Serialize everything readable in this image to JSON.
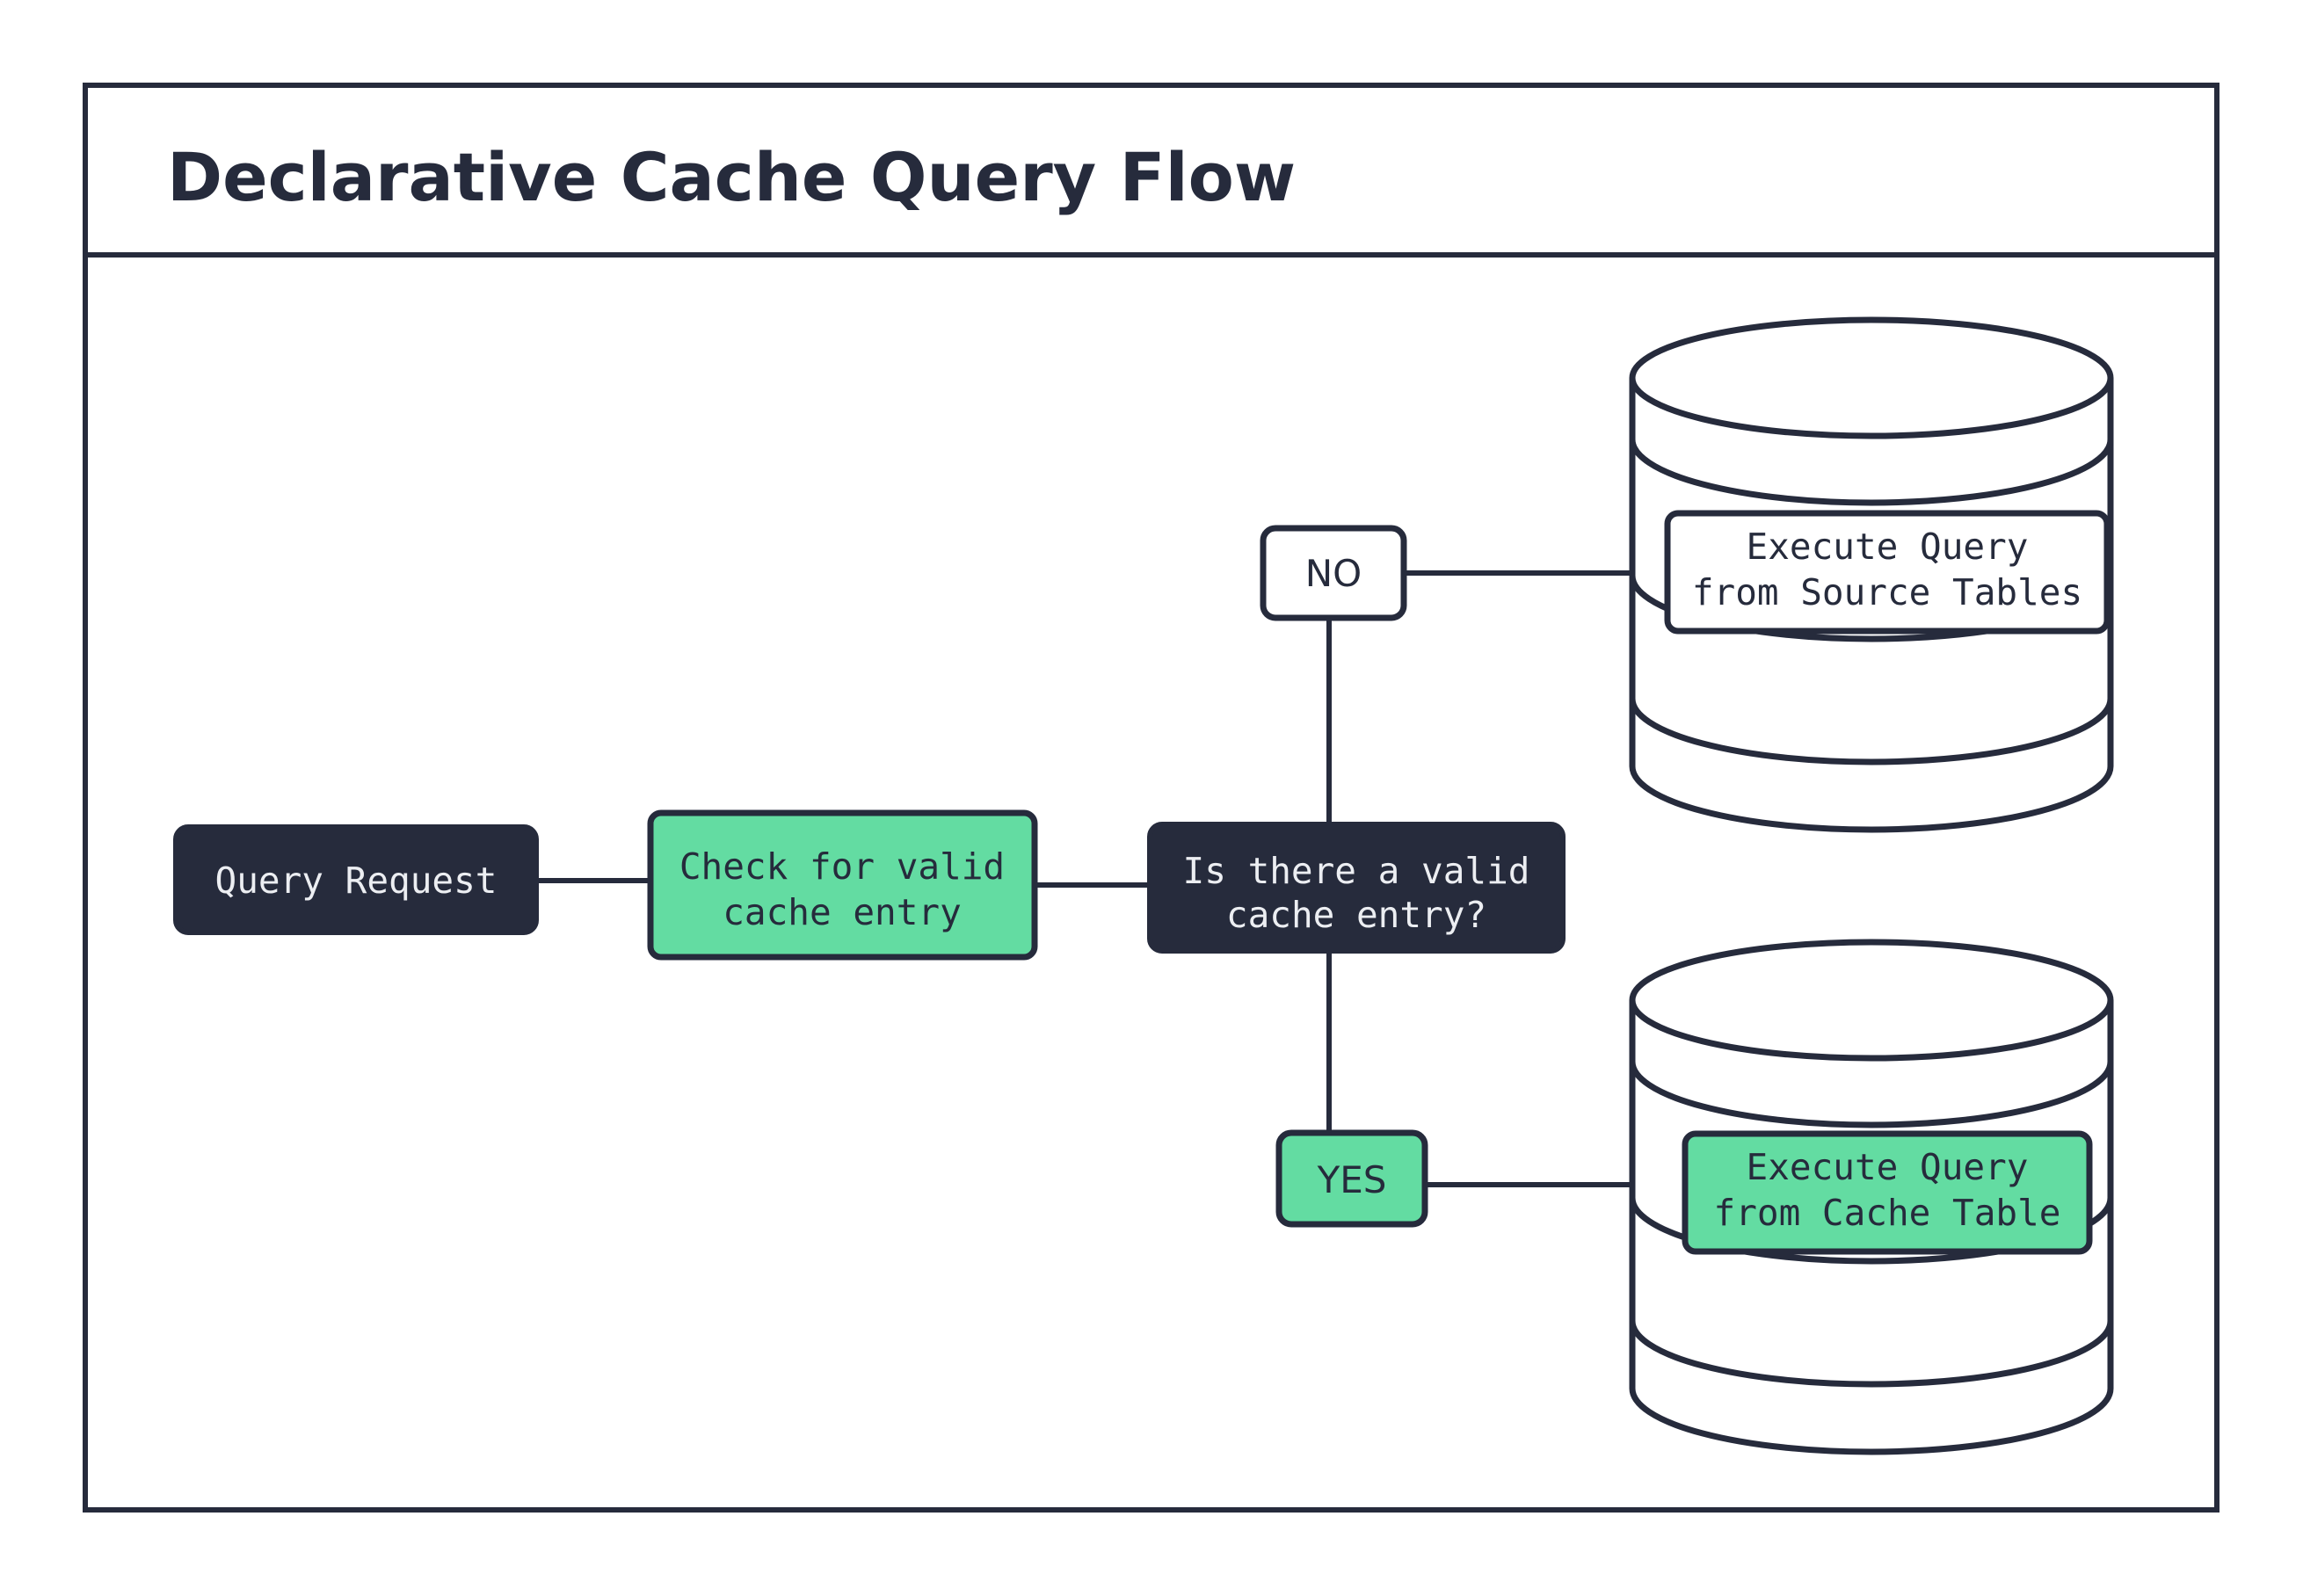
{
  "frame": {
    "title": "Declarative Cache Query Flow"
  },
  "colors": {
    "dark": "#262b3c",
    "green": "#63dca2",
    "white": "#ffffff",
    "text_light": "#eceef2"
  },
  "nodes": {
    "query_request": {
      "label": "Query Request",
      "style": "dark"
    },
    "check_cache": {
      "line1": "Check for valid",
      "line2": "cache entry",
      "style": "green"
    },
    "decision": {
      "line1": "Is there a valid",
      "line2": "cache entry?",
      "style": "dark"
    },
    "no_branch": {
      "label": "NO",
      "style": "white"
    },
    "yes_branch": {
      "label": "YES",
      "style": "green"
    },
    "source_tables": {
      "line1": "Execute Query",
      "line2": "from Source Tables",
      "style": "white",
      "container": "database-cylinder"
    },
    "cache_table": {
      "line1": "Execute Query",
      "line2": "from Cache Table",
      "style": "green",
      "container": "database-cylinder"
    }
  },
  "edges": [
    {
      "from": "query_request",
      "to": "check_cache"
    },
    {
      "from": "check_cache",
      "to": "decision"
    },
    {
      "from": "decision",
      "to": "no_branch"
    },
    {
      "from": "no_branch",
      "to": "source_tables"
    },
    {
      "from": "decision",
      "to": "yes_branch"
    },
    {
      "from": "yes_branch",
      "to": "cache_table"
    }
  ]
}
